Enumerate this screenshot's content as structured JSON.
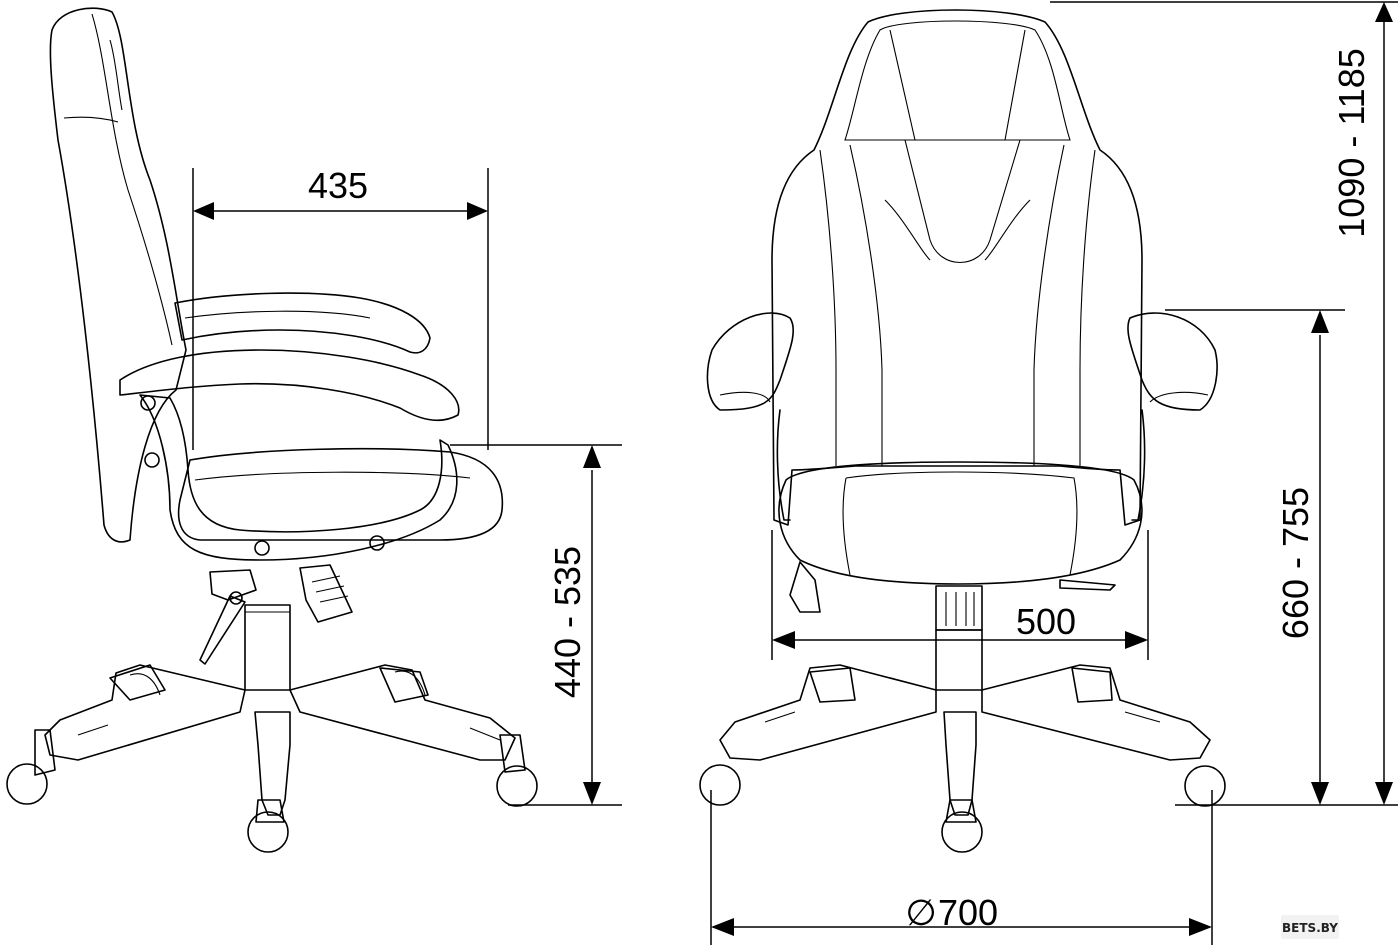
{
  "dimensions": {
    "seat_depth": "435",
    "seat_height": "440 - 535",
    "seat_width": "500",
    "armrest_height": "660 - 755",
    "total_height": "1090 - 1185",
    "base_diameter": "700"
  },
  "symbols": {
    "diameter": "∅"
  },
  "watermark": "BETS.BY",
  "colors": {
    "line": "#000000",
    "background": "#ffffff"
  }
}
